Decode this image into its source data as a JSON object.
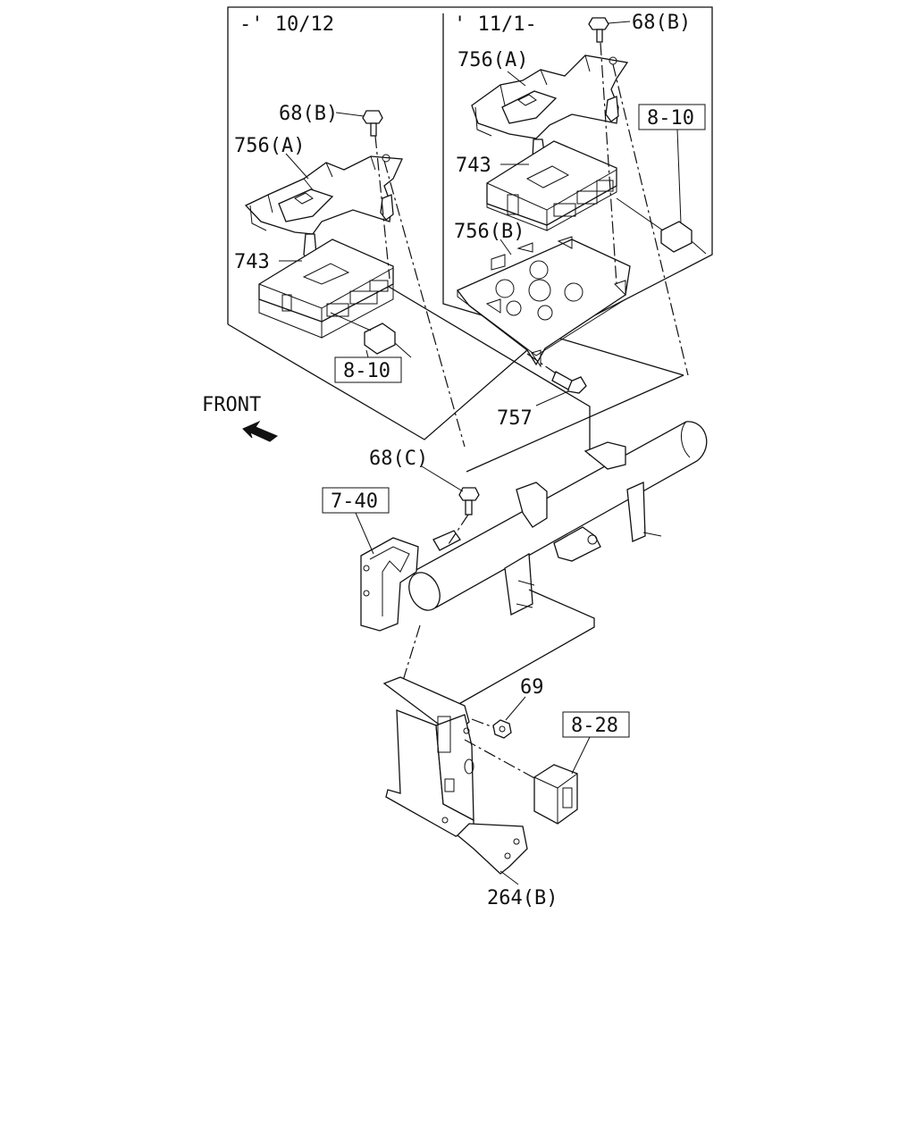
{
  "diagram": {
    "panels": {
      "left_period": "-' 10/12",
      "right_period": "' 11/1-"
    },
    "front_label": "FRONT",
    "callouts": {
      "l_68b": "68(B)",
      "l_756a": "756(A)",
      "l_743": "743",
      "l_810": "8-10",
      "r_68b": "68(B)",
      "r_756a": "756(A)",
      "r_743": "743",
      "r_756b": "756(B)",
      "r_810": "8-10",
      "p757": "757",
      "p68c": "68(C)",
      "ref740": "7-40",
      "p69": "69",
      "ref828": "8-28",
      "p264b": "264(B)"
    }
  }
}
